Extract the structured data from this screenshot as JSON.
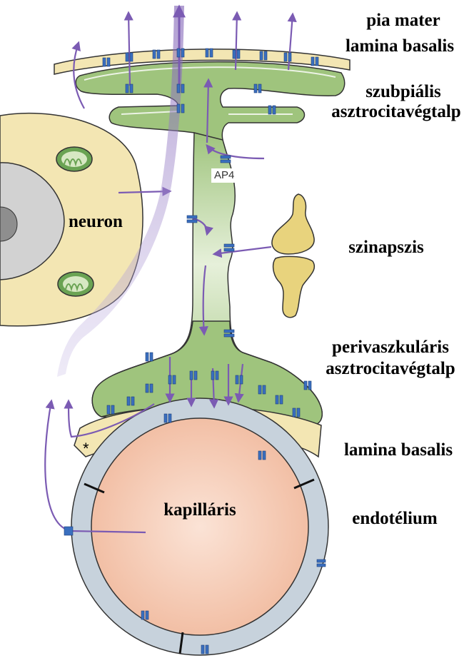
{
  "labels": {
    "pia_mater": "pia mater",
    "lamina_basalis_top": "lamina basalis",
    "subpial_line1": "szubpiális",
    "subpial_line2": "asztrocitavégtalp",
    "neuron": "neuron",
    "synapse": "szinapszis",
    "perivascular_line1": "perivaszkuláris",
    "perivascular_line2": "asztrocitavégtalp",
    "lamina_basalis_bottom": "lamina basalis",
    "capillary": "kapilláris",
    "endothelium": "endotélium",
    "aquaporin": "AP4",
    "asterisk": "*"
  },
  "colors": {
    "astrocyte": "#9fc47d",
    "neuron": "#f3e6b3",
    "nucleus": "#d2d2d2",
    "capillary_lumen": "#f7cdb7",
    "endothelium": "#c7d2dc",
    "lamina_basalis": "#f3e6b3",
    "synapse": "#e8d37d",
    "channel": "#3a6fbf",
    "water_flow": "#7b5bb3",
    "mitochondrion": "#6aa353"
  }
}
